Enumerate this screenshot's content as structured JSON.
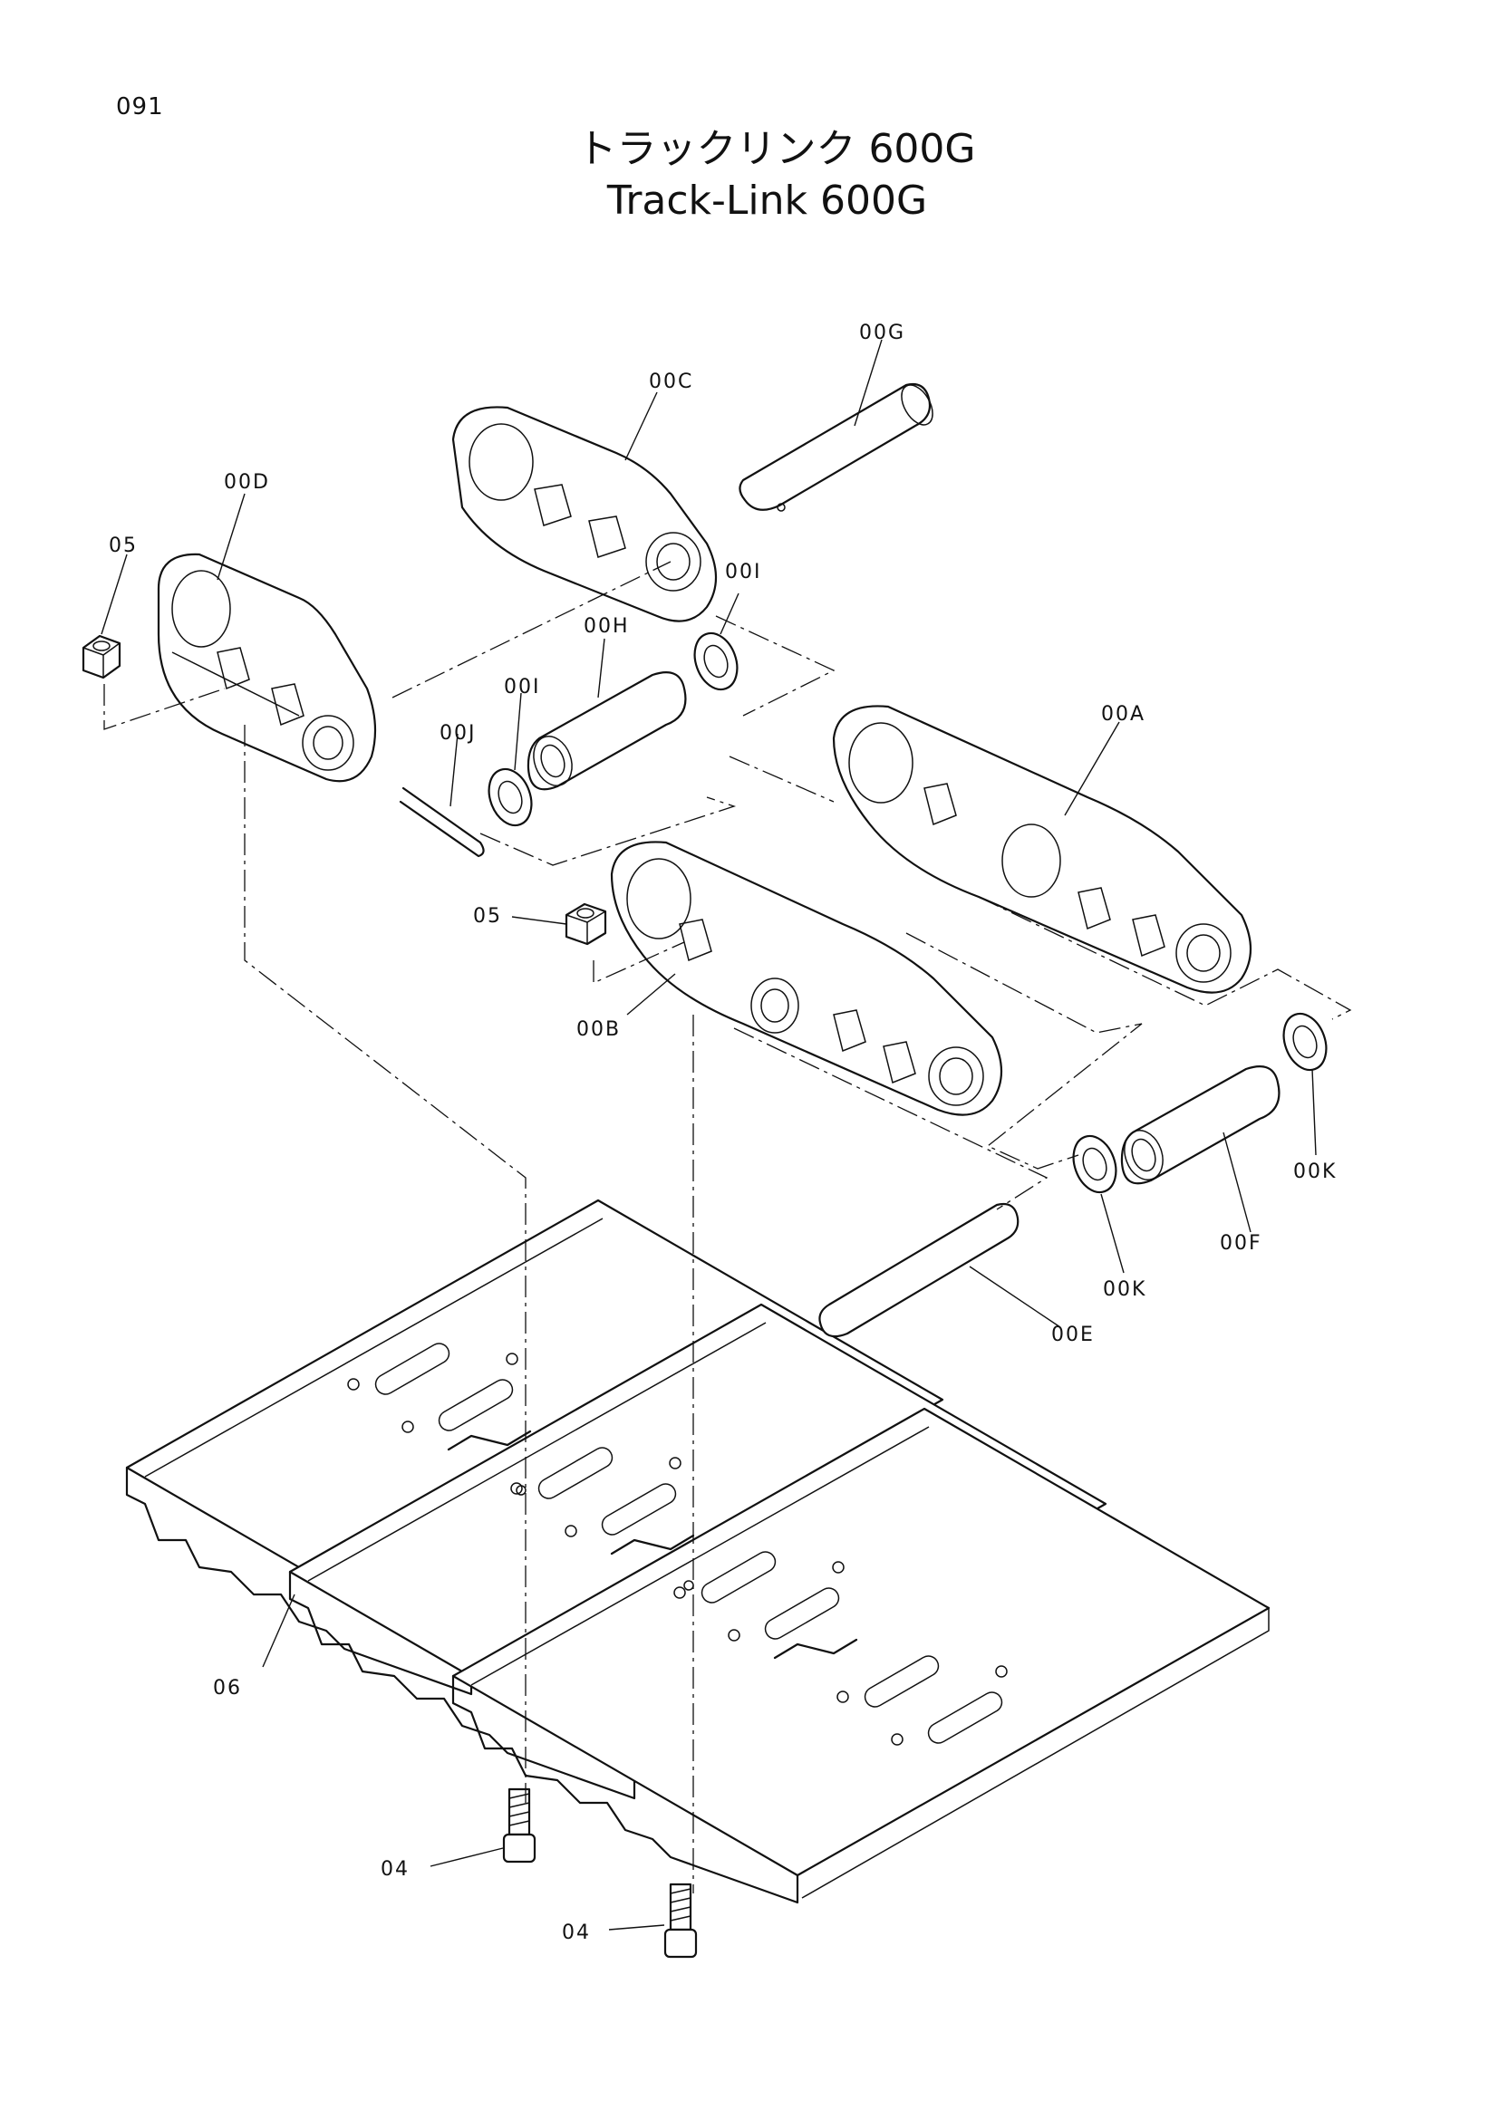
{
  "page_number": "091",
  "title_jp": "トラックリンク 600G",
  "title_en": "Track-Link 600G",
  "callouts": [
    {
      "id": "00G",
      "label": "00G"
    },
    {
      "id": "00C",
      "label": "00C"
    },
    {
      "id": "00D",
      "label": "00D"
    },
    {
      "id": "05a",
      "label": "05"
    },
    {
      "id": "00I-right",
      "label": "00I"
    },
    {
      "id": "00H",
      "label": "00H"
    },
    {
      "id": "00I-left",
      "label": "00I"
    },
    {
      "id": "00J",
      "label": "00J"
    },
    {
      "id": "00A",
      "label": "00A"
    },
    {
      "id": "05b",
      "label": "05"
    },
    {
      "id": "00B",
      "label": "00B"
    },
    {
      "id": "00K-right",
      "label": "00K"
    },
    {
      "id": "00F",
      "label": "00F"
    },
    {
      "id": "00K-lower",
      "label": "00K"
    },
    {
      "id": "00E",
      "label": "00E"
    },
    {
      "id": "06",
      "label": "06"
    },
    {
      "id": "04a",
      "label": "04"
    },
    {
      "id": "04b",
      "label": "04"
    }
  ]
}
